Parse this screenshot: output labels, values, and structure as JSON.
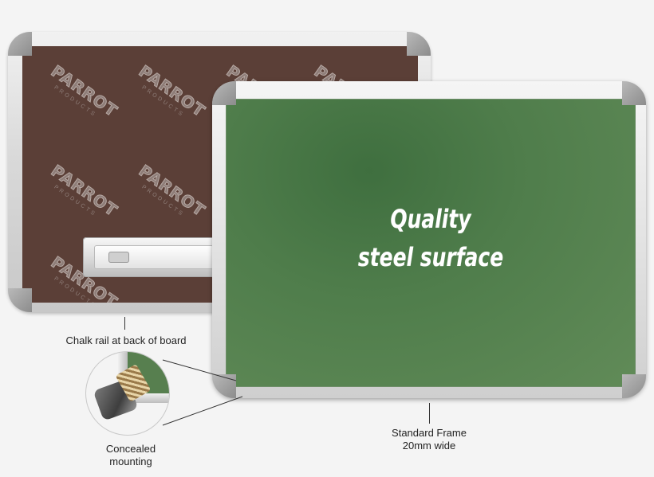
{
  "back_board": {
    "watermark_word": "PARROT",
    "watermark_sub": "PRODUCTS",
    "color": "#5b3f37"
  },
  "front_board": {
    "headline_line1": "Quality",
    "headline_line2": "steel surface",
    "color": "#4f7d4b"
  },
  "callouts": {
    "chalk_rail": "Chalk rail at back of board",
    "mounting_line1": "Concealed",
    "mounting_line2": "mounting",
    "frame_line1": "Standard Frame",
    "frame_line2": "20mm wide"
  }
}
